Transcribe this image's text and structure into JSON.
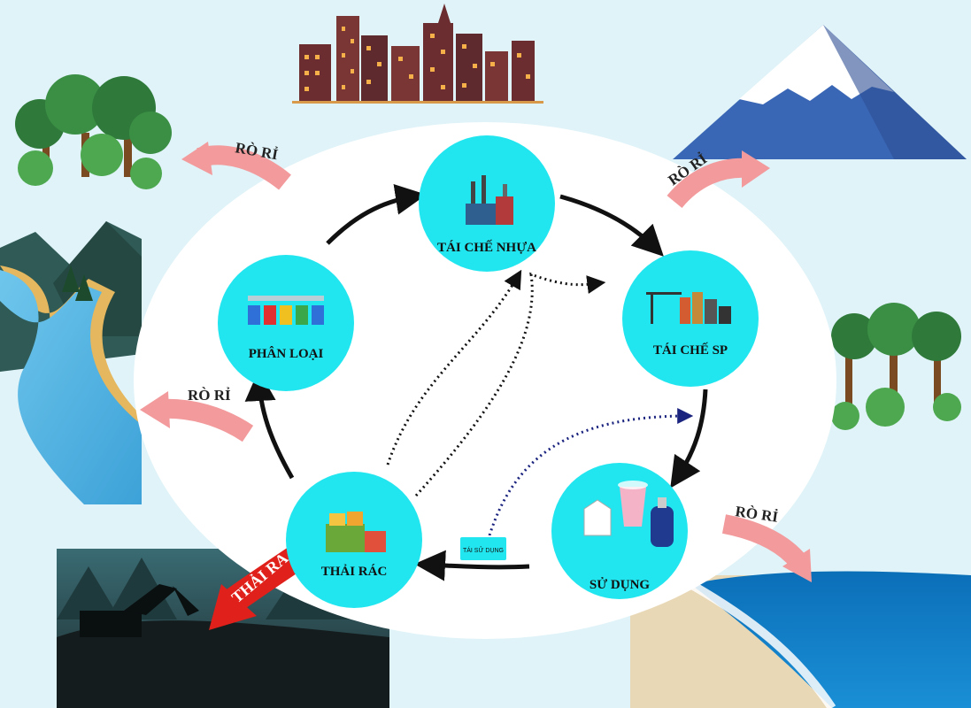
{
  "nodes": {
    "recycle_plastic": "TÁI CHẾ NHỰA",
    "recycle_product": "TÁI CHẾ SP",
    "use": "SỬ DỤNG",
    "dispose": "THẢI RÁC",
    "sort": "PHÂN LOẠI"
  },
  "reuse_label": "TÁI SỬ DỤNG",
  "leaks": {
    "top_left": "RÒ RỈ",
    "left": "RÒ RỈ",
    "top_right": "RÒ RỈ",
    "bottom_right": "RÒ RỈ"
  },
  "waste_label": "THẢI RA",
  "colors": {
    "background": "#dff3f8",
    "ellipse": "#ffffff",
    "node": "#22e6ef",
    "leak_arrow": "#f29a9c",
    "waste_arrow": "#e0201a",
    "cycle_arrow": "#111111",
    "reuse_arrow": "#1a237e"
  },
  "illustrations": [
    "city-skyline",
    "snow-mountain",
    "forest",
    "river-valley",
    "forest",
    "landfill-excavator",
    "ocean-beach"
  ]
}
